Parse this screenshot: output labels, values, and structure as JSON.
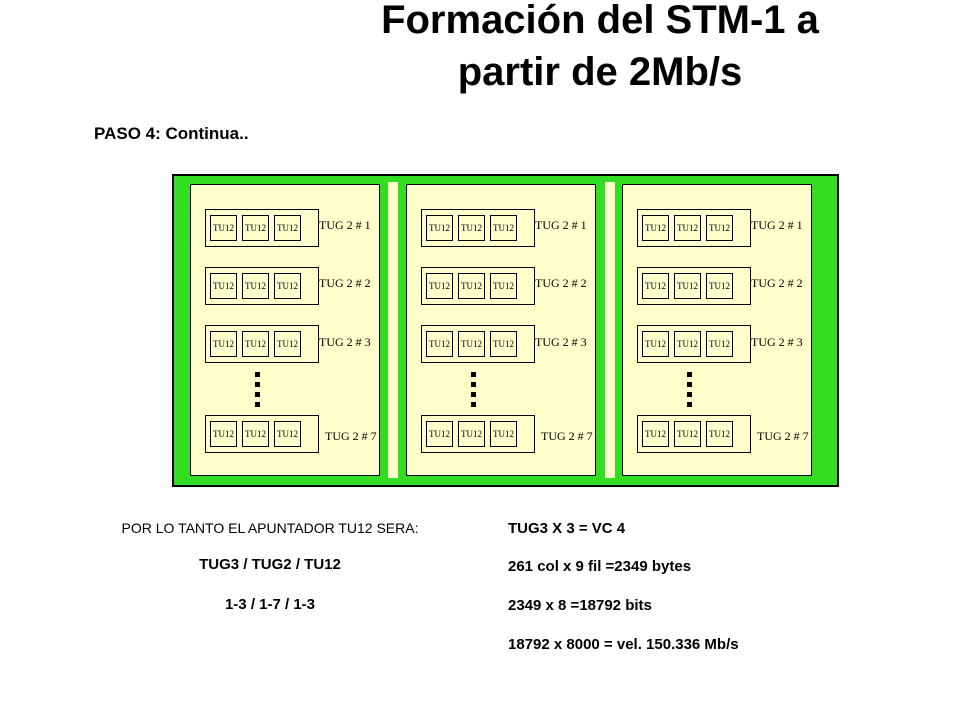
{
  "title": {
    "line1": "Formación del STM-1 a",
    "line2": "partir de 2Mb/s"
  },
  "step": "PASO 4: Continua..",
  "diagram": {
    "tu_label": "TU12",
    "tug_labels": [
      "TUG 2 # 1",
      "TUG 2 # 2",
      "TUG 2 # 3",
      "TUG 2 # 7"
    ],
    "colors": {
      "frame": "#33dd22",
      "panel": "#ffffcc",
      "border": "#000000"
    }
  },
  "left_notes": {
    "heading": "POR LO TANTO EL APUNTADOR TU12 SERA:",
    "pointer_path": "TUG3 / TUG2 / TU12",
    "pointer_values": "1-3 / 1-7 / 1-3"
  },
  "right_notes": [
    "TUG3 X 3 =  VC 4",
    "261 col x 9 fil =2349 bytes",
    "2349 x 8 =18792 bits",
    "18792 x 8000 = vel.  150.336 Mb/s"
  ]
}
